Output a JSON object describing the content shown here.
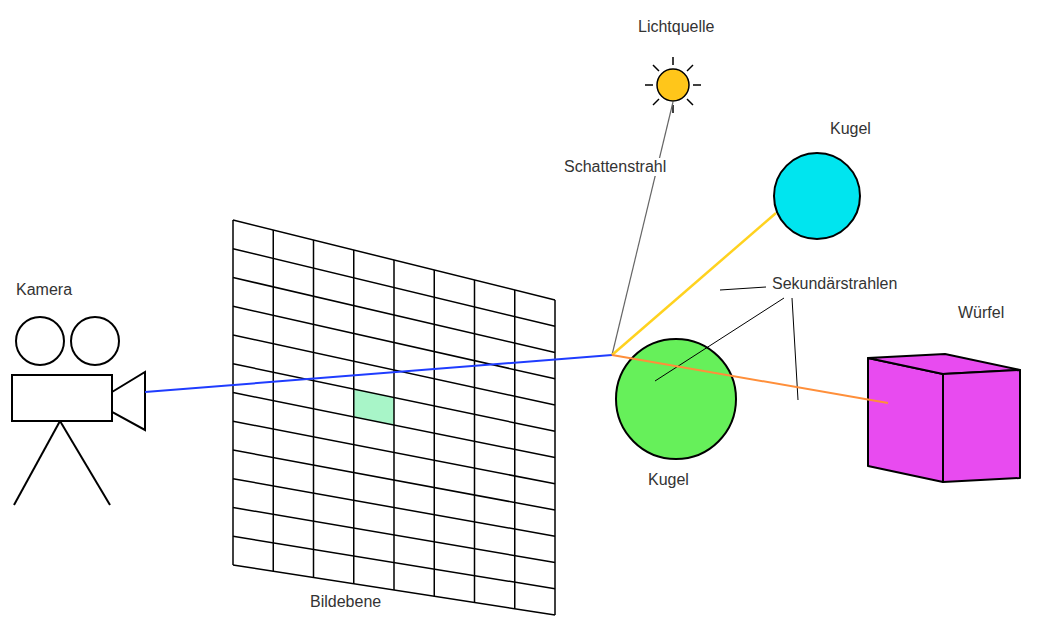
{
  "diagram": {
    "nodes": [
      {
        "text": [
          "Lichtquelle"
        ]
      },
      {
        "text": [
          "Kugel"
        ]
      },
      {
        "text": [
          "Kamera"
        ]
      },
      {
        "text": [
          "Würfel"
        ]
      },
      {
        "text": [
          "Kugel"
        ]
      },
      {
        "text": [
          "Bildebene"
        ]
      }
    ],
    "edges": [
      {
        "from": 2,
        "to": 4,
        "arrow": "none"
      },
      {
        "from": 4,
        "to": 0,
        "label": "Schattenstrahl",
        "arrow": "none"
      },
      {
        "from": 4,
        "to": 1,
        "arrow": "none"
      },
      {
        "from": 4,
        "to": 3,
        "arrow": "none"
      }
    ],
    "labels": [
      "Sekundärstrahlen"
    ]
  }
}
